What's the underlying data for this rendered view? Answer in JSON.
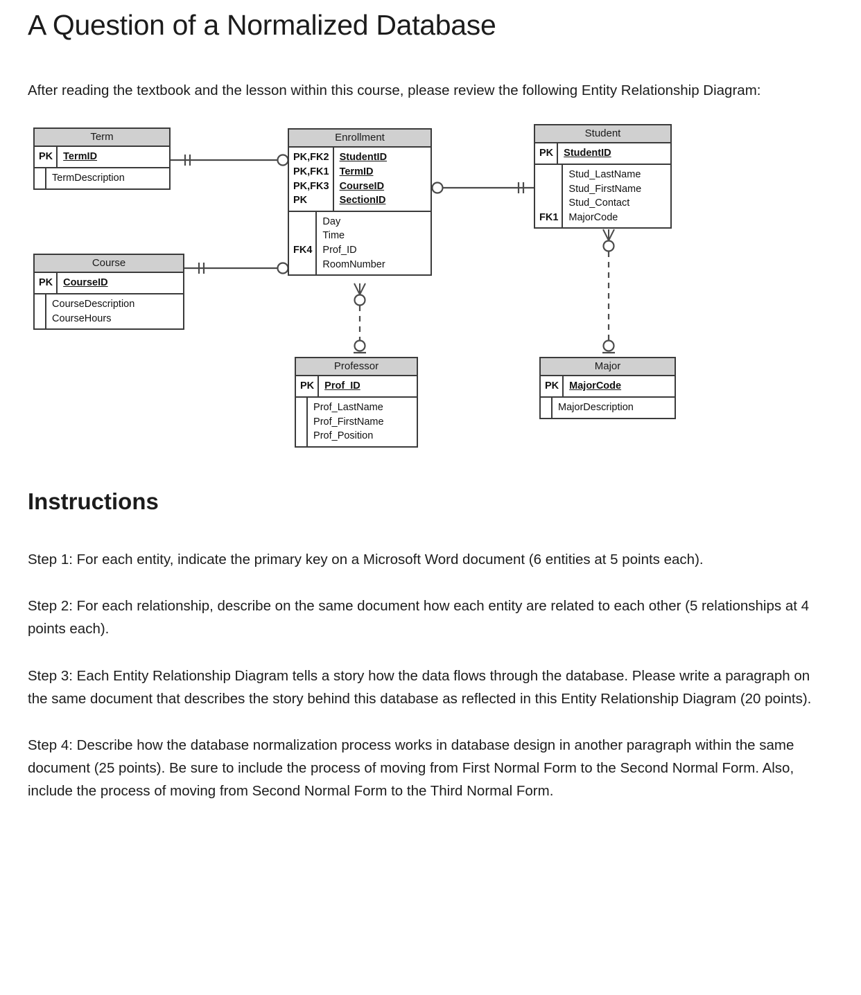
{
  "document": {
    "title": "A Question of a Normalized Database",
    "intro": "After reading the textbook and the lesson within this course, please review the following Entity Relationship Diagram:",
    "instructions_heading": "Instructions",
    "steps": [
      "Step 1: For each entity, indicate the primary key on a Microsoft Word document (6 entities at 5 points each).",
      "Step 2: For each relationship, describe on the same document how each entity are related to each other (5 relationships at 4 points each).",
      "Step 3: Each Entity Relationship Diagram tells a story how the data flows through the database. Please write a paragraph on the same document that describes the story behind this database as reflected in this Entity Relationship Diagram (20 points).",
      "Step 4: Describe how the database normalization process works in database design in another paragraph within the same document (25 points). Be sure to include the process of moving from First Normal Form to the Second Normal Form. Also, include the process of moving from Second Normal Form to the Third Normal Form."
    ]
  },
  "erd": {
    "header_fill": "#d0d0d0",
    "border_color": "#3b3b3b",
    "entities": [
      {
        "id": "term",
        "name": "Term",
        "key_section": {
          "keys": [
            "PK"
          ],
          "fields": [
            "TermID"
          ],
          "pk_flags": [
            true
          ]
        },
        "attr_section": {
          "keys": [],
          "fields": [
            "TermDescription"
          ],
          "pk_flags": [
            false
          ]
        }
      },
      {
        "id": "course",
        "name": "Course",
        "key_section": {
          "keys": [
            "PK"
          ],
          "fields": [
            "CourseID"
          ],
          "pk_flags": [
            true
          ]
        },
        "attr_section": {
          "keys": [],
          "fields": [
            "CourseDescription",
            "CourseHours"
          ],
          "pk_flags": [
            false,
            false
          ]
        }
      },
      {
        "id": "enrollment",
        "name": "Enrollment",
        "key_section": {
          "keys": [
            "PK,FK2",
            "PK,FK1",
            "PK,FK3",
            "PK"
          ],
          "fields": [
            "StudentID",
            "TermID",
            "CourseID",
            "SectionID"
          ],
          "pk_flags": [
            true,
            true,
            true,
            true
          ]
        },
        "attr_section": {
          "keys": [
            "FK4"
          ],
          "fields": [
            "Day",
            "Time",
            "Prof_ID",
            "RoomNumber"
          ],
          "pk_flags": [
            false,
            false,
            false,
            false
          ]
        }
      },
      {
        "id": "student",
        "name": "Student",
        "key_section": {
          "keys": [
            "PK"
          ],
          "fields": [
            "StudentID"
          ],
          "pk_flags": [
            true
          ]
        },
        "attr_section": {
          "keys": [
            "FK1"
          ],
          "fields": [
            "Stud_LastName",
            "Stud_FirstName",
            "Stud_Contact",
            "MajorCode"
          ],
          "pk_flags": [
            false,
            false,
            false,
            false
          ]
        }
      },
      {
        "id": "professor",
        "name": "Professor",
        "key_section": {
          "keys": [
            "PK"
          ],
          "fields": [
            "Prof_ID"
          ],
          "pk_flags": [
            true
          ]
        },
        "attr_section": {
          "keys": [],
          "fields": [
            "Prof_LastName",
            "Prof_FirstName",
            "Prof_Position"
          ],
          "pk_flags": [
            false,
            false,
            false
          ]
        }
      },
      {
        "id": "major",
        "name": "Major",
        "key_section": {
          "keys": [
            "PK"
          ],
          "fields": [
            "MajorCode"
          ],
          "pk_flags": [
            true
          ]
        },
        "attr_section": {
          "keys": [],
          "fields": [
            "MajorDescription"
          ],
          "pk_flags": [
            false
          ]
        }
      }
    ],
    "relationships": [
      {
        "from": "Term",
        "to": "Enrollment",
        "style": "solid",
        "from_card": "one-mandatory",
        "to_card": "zero-or-many"
      },
      {
        "from": "Course",
        "to": "Enrollment",
        "style": "solid",
        "from_card": "one-mandatory",
        "to_card": "zero-or-many"
      },
      {
        "from": "Enrollment",
        "to": "Student",
        "style": "solid",
        "from_card": "zero-or-many",
        "to_card": "one-mandatory"
      },
      {
        "from": "Enrollment",
        "to": "Professor",
        "style": "dashed",
        "from_card": "zero-or-many",
        "to_card": "zero-or-one"
      },
      {
        "from": "Student",
        "to": "Major",
        "style": "dashed",
        "from_card": "zero-or-many",
        "to_card": "zero-or-one"
      }
    ]
  }
}
